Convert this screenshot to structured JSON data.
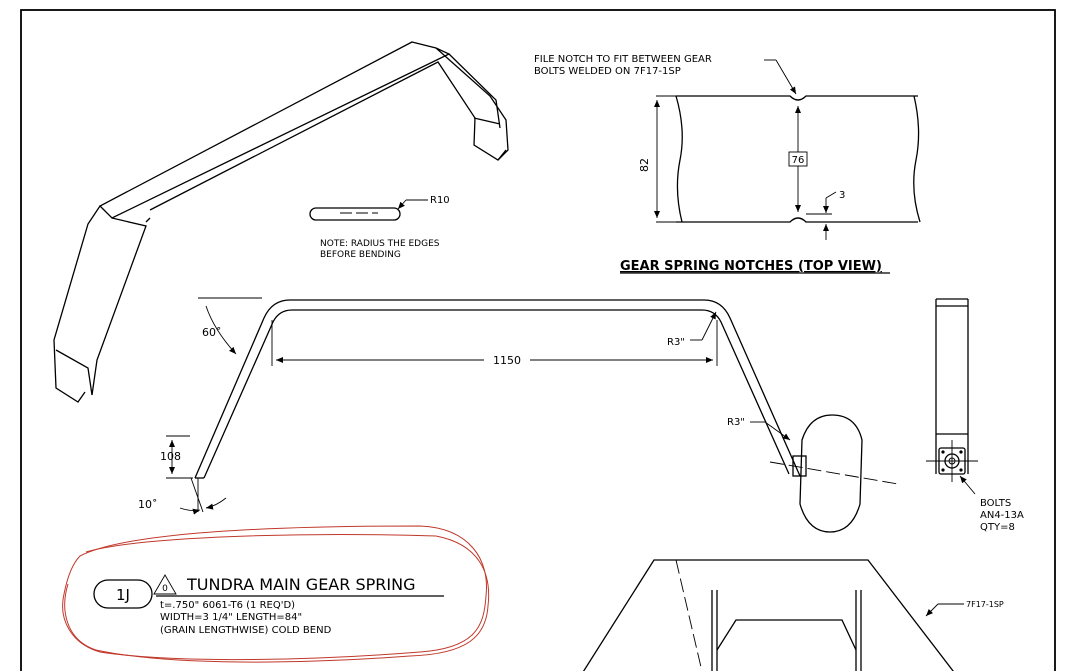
{
  "notch_note": {
    "line1": "FILE NOTCH TO FIT BETWEEN GEAR",
    "line2": "BOLTS WELDED ON 7F17-1SP"
  },
  "notch_view": {
    "dim_height": "82",
    "dim_spacing": "76",
    "dim_notch": "3",
    "title": "GEAR SPRING NOTCHES (TOP VIEW)"
  },
  "edge_detail": {
    "radius_label": "R10",
    "note_line1": "NOTE: RADIUS THE EDGES",
    "note_line2": "BEFORE BENDING"
  },
  "spring_view": {
    "angle_top": "60˚",
    "dim_length": "1150",
    "radius_right_top": "R3\"",
    "radius_right_bottom": "R3\"",
    "dim_leg": "108",
    "angle_bottom": "10˚"
  },
  "bolts": {
    "line1": "BOLTS",
    "line2": "AN4-13A",
    "line3": "QTY=8"
  },
  "part_label": {
    "number": "1J",
    "revision": "0",
    "title": "TUNDRA MAIN GEAR SPRING",
    "spec1": "t=.750\"  6061-T6  (1 REQ'D)",
    "spec2": "WIDTH=3 1/4\"  LENGTH=84\"",
    "spec3": "(GRAIN LENGTHWISE) COLD BEND"
  },
  "lower_view": {
    "ref_label": "7F17-1SP"
  },
  "colors": {
    "ink": "#000000",
    "markup": "#c0392b",
    "paper": "#ffffff"
  }
}
